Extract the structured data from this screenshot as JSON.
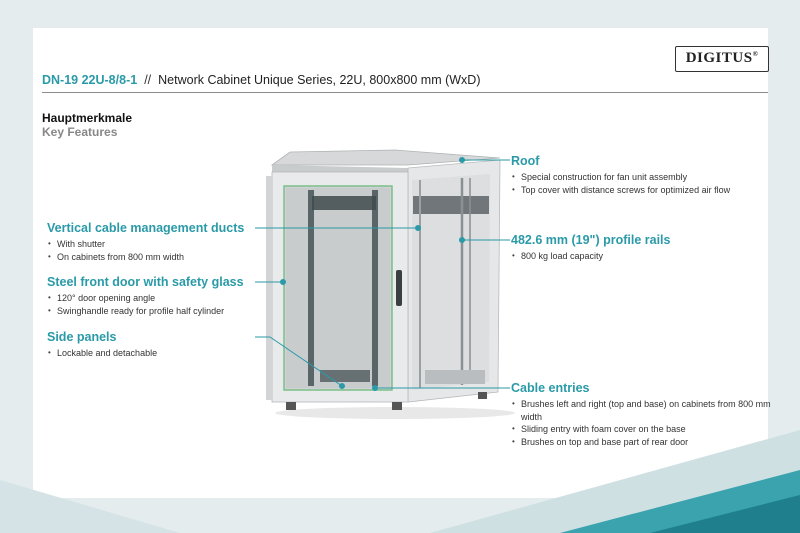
{
  "brand": "DIGITUS",
  "header": {
    "model": "DN-19 22U-8/8-1",
    "separator": "//",
    "description": "Network Cabinet Unique Series, 22U, 800x800 mm (WxD)"
  },
  "section": {
    "title_de": "Hauptmerkmale",
    "title_en": "Key Features"
  },
  "features": {
    "roof": {
      "title": "Roof",
      "bullets": [
        "Special construction for fan unit assembly",
        "Top cover with distance screws for optimized air flow"
      ]
    },
    "profile_rails": {
      "title": "482.6 mm (19\") profile rails",
      "bullets": [
        "800 kg load capacity"
      ]
    },
    "cable_ducts": {
      "title": "Vertical cable management ducts",
      "bullets": [
        "With shutter",
        "On cabinets from 800 mm width"
      ]
    },
    "front_door": {
      "title": "Steel front door with safety glass",
      "bullets": [
        "120° door opening angle",
        "Swinghandle ready for profile half cylinder"
      ]
    },
    "side_panels": {
      "title": "Side panels",
      "bullets": [
        "Lockable and detachable"
      ]
    },
    "cable_entries": {
      "title": "Cable entries",
      "bullets": [
        "Brushes left and right (top and base) on cabinets from 800 mm width",
        "Sliding entry with foam cover on the base",
        "Brushes on top and base part of rear door"
      ]
    }
  },
  "colors": {
    "accent": "#2a9aa8",
    "background_band": "#d9e6e8",
    "teal_dark": "#2a8e9a"
  }
}
